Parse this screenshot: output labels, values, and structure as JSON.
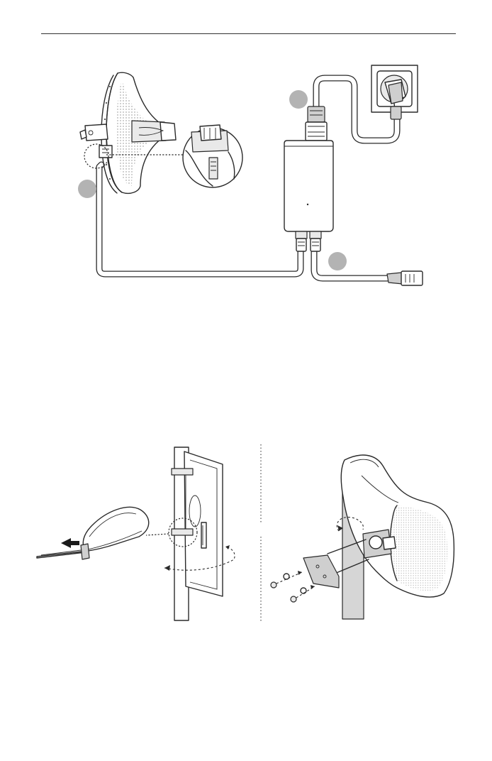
{
  "figures": [
    {
      "id": "connection-diagram",
      "callouts": [
        "",
        "",
        ""
      ]
    },
    {
      "id": "pole-strap-mounting"
    },
    {
      "id": "bracket-mounting"
    }
  ]
}
